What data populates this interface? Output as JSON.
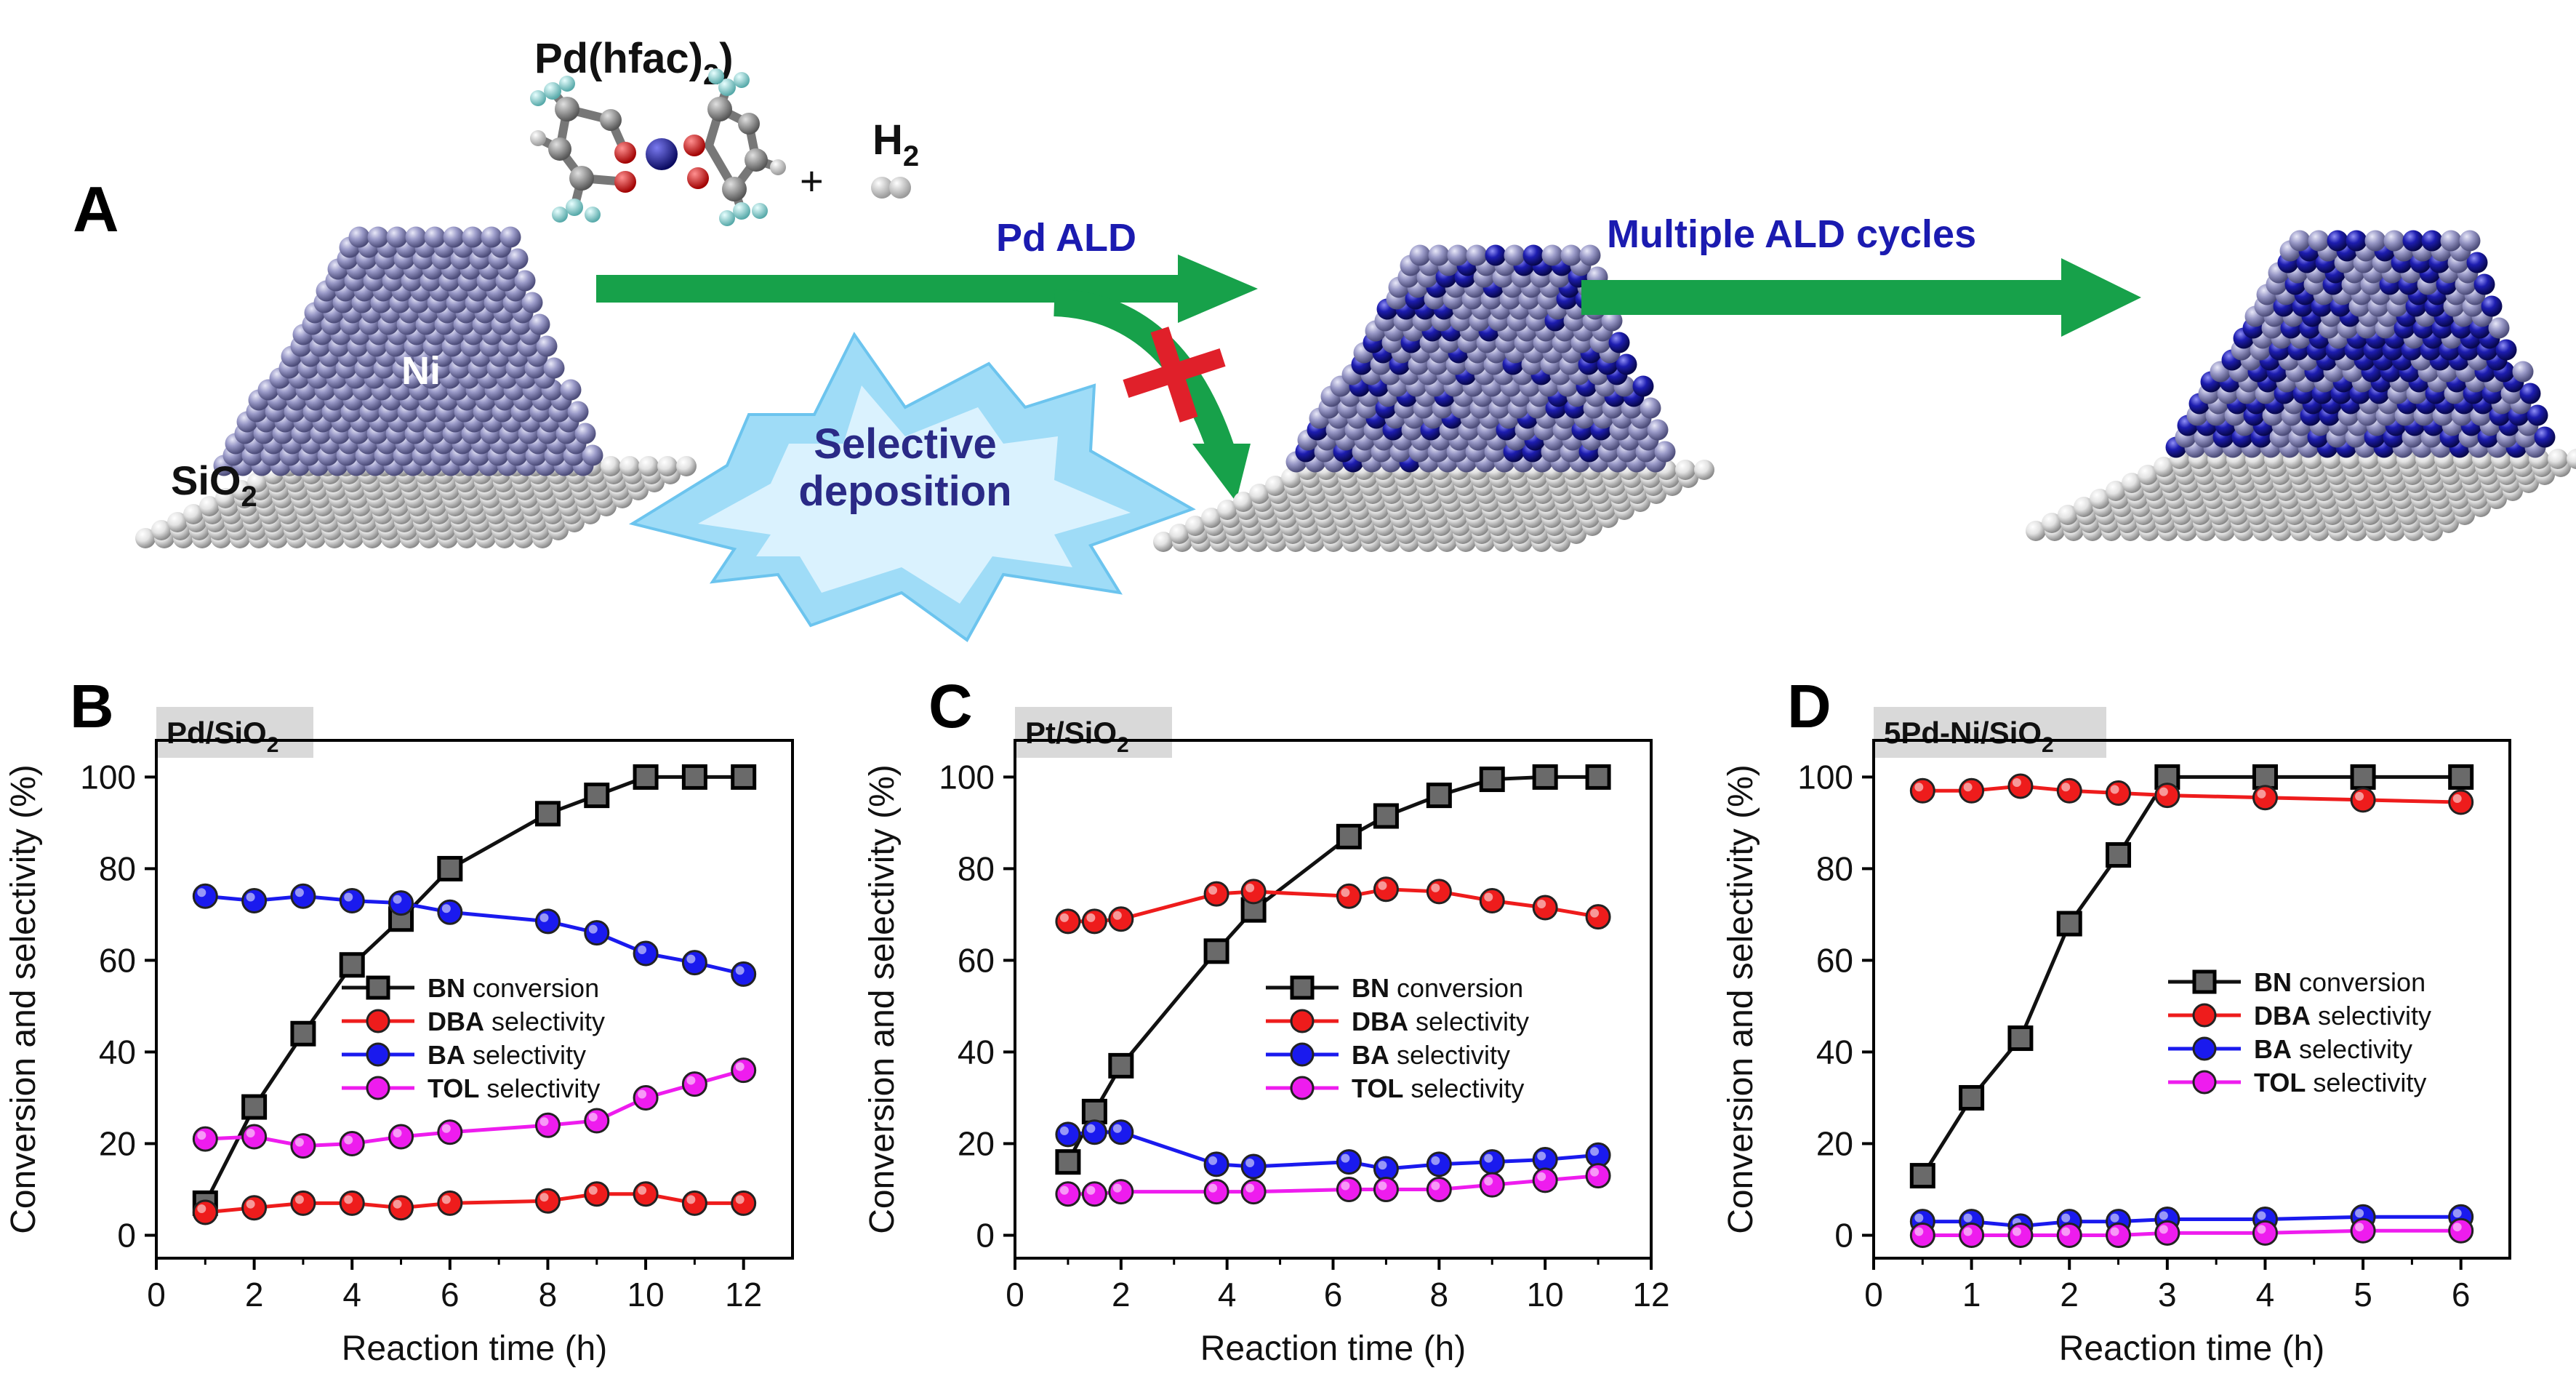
{
  "scheme": {
    "panel_letter": "A",
    "precursor": "Pd(hfac)",
    "precursor_sub": "2",
    "plus": "+",
    "h2": "H",
    "h2_sub": "2",
    "step1": "Pd ALD",
    "step2": "Multiple ALD cycles",
    "ni_label": "Ni",
    "support": "SiO",
    "support_sub": "2",
    "starburst_line1": "Selective",
    "starburst_line2": "deposition",
    "colors": {
      "ni_atom": "#8f8fbf",
      "pd_atom": "#1a1a9c",
      "support_atom": "#e4e4e4",
      "arrow": "#17a14a",
      "blocked": "#e0202a",
      "starburst": "#8fd8f5",
      "label_blue": "#1b1bb0"
    }
  },
  "chart_data": [
    {
      "type": "line",
      "panel": "B",
      "tag": "Pd/SiO",
      "tag_sub": "2",
      "xlabel": "Reaction time (h)",
      "ylabel": "Conversion and selectivity (%)",
      "xlim": [
        0,
        13
      ],
      "ylim": [
        -5,
        108
      ],
      "xticks": [
        0,
        2,
        4,
        6,
        8,
        10,
        12
      ],
      "yticks": [
        0,
        20,
        40,
        60,
        80,
        100
      ],
      "legend_position": "center-right",
      "series": [
        {
          "name": "BN",
          "suffix": " conversion",
          "color": "#111111",
          "marker": "square",
          "x": [
            1,
            2,
            3,
            4,
            5,
            6,
            8,
            9,
            10,
            11,
            12
          ],
          "y": [
            7,
            28,
            44,
            59,
            69,
            80,
            92,
            96,
            100,
            100,
            100
          ]
        },
        {
          "name": "DBA",
          "suffix": " selectivity",
          "color": "#ee1c1c",
          "marker": "circle",
          "x": [
            1,
            2,
            3,
            4,
            5,
            6,
            8,
            9,
            10,
            11,
            12
          ],
          "y": [
            5,
            6,
            7,
            7,
            6,
            7,
            7.5,
            9,
            9,
            7,
            7
          ]
        },
        {
          "name": "BA",
          "suffix": " selectivity",
          "color": "#1a1aee",
          "marker": "circle",
          "x": [
            1,
            2,
            3,
            4,
            5,
            6,
            8,
            9,
            10,
            11,
            12
          ],
          "y": [
            74,
            73,
            74,
            73,
            72.5,
            70.5,
            68.5,
            66,
            61.5,
            59.5,
            57
          ]
        },
        {
          "name": "TOL",
          "suffix": " selectivity",
          "color": "#ee1cee",
          "marker": "circle",
          "x": [
            1,
            2,
            3,
            4,
            5,
            6,
            8,
            9,
            10,
            11,
            12
          ],
          "y": [
            21,
            21.5,
            19.5,
            20,
            21.5,
            22.5,
            24,
            25,
            30,
            33,
            36
          ]
        }
      ]
    },
    {
      "type": "line",
      "panel": "C",
      "tag": "Pt/SiO",
      "tag_sub": "2",
      "xlabel": "Reaction time (h)",
      "ylabel": "Conversion and selectivity (%)",
      "xlim": [
        0,
        12
      ],
      "ylim": [
        -5,
        108
      ],
      "xticks": [
        0,
        2,
        4,
        6,
        8,
        10,
        12
      ],
      "yticks": [
        0,
        20,
        40,
        60,
        80,
        100
      ],
      "legend_position": "center-right",
      "series": [
        {
          "name": "BN",
          "suffix": " conversion",
          "color": "#111111",
          "marker": "square",
          "x": [
            1,
            1.5,
            2,
            3.8,
            4.5,
            6.3,
            7,
            8,
            9,
            10,
            11
          ],
          "y": [
            16,
            27,
            37,
            62,
            71,
            87,
            91.5,
            96,
            99.5,
            100,
            100
          ]
        },
        {
          "name": "DBA",
          "suffix": " selectivity",
          "color": "#ee1c1c",
          "marker": "circle",
          "x": [
            1,
            1.5,
            2,
            3.8,
            4.5,
            6.3,
            7,
            8,
            9,
            10,
            11
          ],
          "y": [
            68.5,
            68.5,
            69,
            74.5,
            75,
            74,
            75.5,
            75,
            73,
            71.5,
            69.5
          ]
        },
        {
          "name": "BA",
          "suffix": " selectivity",
          "color": "#1a1aee",
          "marker": "circle",
          "x": [
            1,
            1.5,
            2,
            3.8,
            4.5,
            6.3,
            7,
            8,
            9,
            10,
            11
          ],
          "y": [
            22,
            22.5,
            22.5,
            15.5,
            15,
            16,
            14.5,
            15.5,
            16,
            16.5,
            17.5
          ]
        },
        {
          "name": "TOL",
          "suffix": " selectivity",
          "color": "#ee1cee",
          "marker": "circle",
          "x": [
            1,
            1.5,
            2,
            3.8,
            4.5,
            6.3,
            7,
            8,
            9,
            10,
            11
          ],
          "y": [
            9,
            9,
            9.5,
            9.5,
            9.5,
            10,
            10,
            10,
            11,
            12,
            13
          ]
        }
      ]
    },
    {
      "type": "line",
      "panel": "D",
      "tag": "5Pd-Ni/SiO",
      "tag_sub": "2",
      "xlabel": "Reaction time (h)",
      "ylabel": "Conversion and selectivity (%)",
      "xlim": [
        0,
        6.5
      ],
      "ylim": [
        -5,
        108
      ],
      "xticks": [
        0,
        1,
        2,
        3,
        4,
        5,
        6
      ],
      "yticks": [
        0,
        20,
        40,
        60,
        80,
        100
      ],
      "legend_position": "center-right",
      "series": [
        {
          "name": "BN",
          "suffix": " conversion",
          "color": "#111111",
          "marker": "square",
          "x": [
            0.5,
            1,
            1.5,
            2,
            2.5,
            3,
            4,
            5,
            6
          ],
          "y": [
            13,
            30,
            43,
            68,
            83,
            100,
            100,
            100,
            100
          ]
        },
        {
          "name": "DBA",
          "suffix": " selectivity",
          "color": "#ee1c1c",
          "marker": "circle",
          "x": [
            0.5,
            1,
            1.5,
            2,
            2.5,
            3,
            4,
            5,
            6
          ],
          "y": [
            97,
            97,
            98,
            97,
            96.5,
            96,
            95.5,
            95,
            94.5
          ]
        },
        {
          "name": "BA",
          "suffix": " selectivity",
          "color": "#1a1aee",
          "marker": "circle",
          "x": [
            0.5,
            1,
            1.5,
            2,
            2.5,
            3,
            4,
            5,
            6
          ],
          "y": [
            3,
            3,
            2,
            3,
            3,
            3.5,
            3.5,
            4,
            4
          ]
        },
        {
          "name": "TOL",
          "suffix": " selectivity",
          "color": "#ee1cee",
          "marker": "circle",
          "x": [
            0.5,
            1,
            1.5,
            2,
            2.5,
            3,
            4,
            5,
            6
          ],
          "y": [
            0,
            0,
            0,
            0,
            0,
            0.5,
            0.5,
            1,
            1
          ]
        }
      ]
    }
  ]
}
